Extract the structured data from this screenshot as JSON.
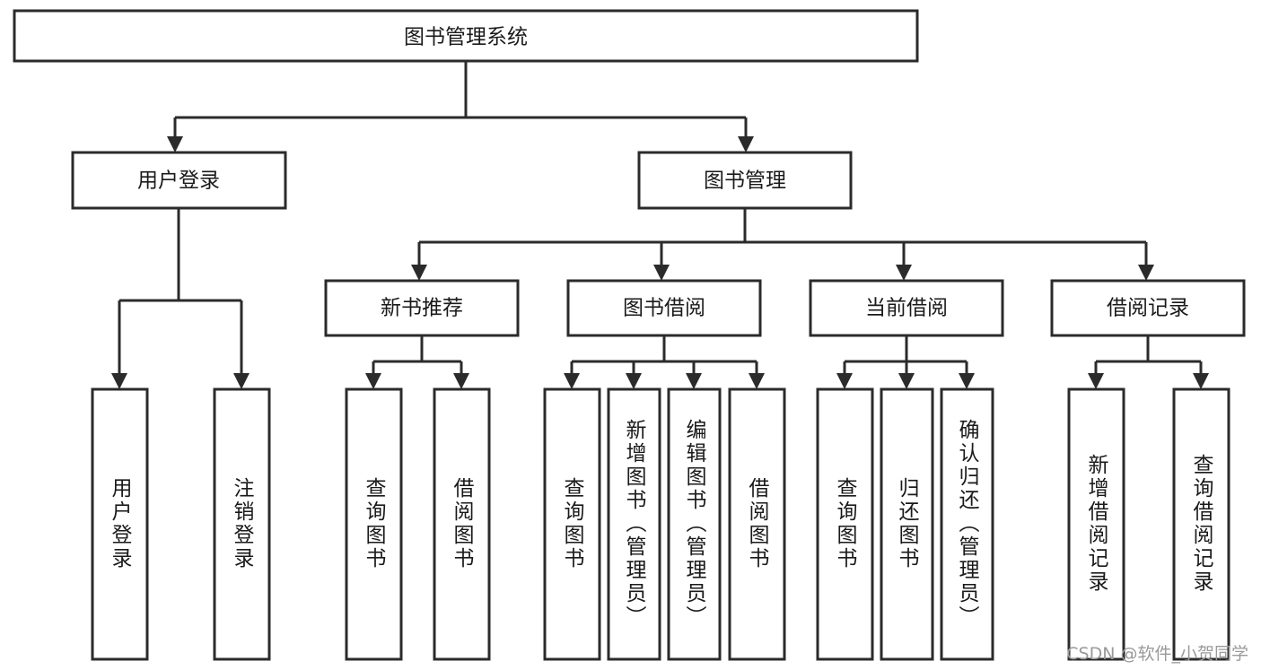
{
  "diagram": {
    "type": "tree-hierarchy",
    "title": "图书管理系统",
    "watermark": "CSDN @软件_小贺同学",
    "colors": {
      "stroke": "#2b2b2b",
      "fill": "#ffffff",
      "text": "#1a1a1a",
      "watermark": "#9a9a9a",
      "background": "#ffffff"
    },
    "levels": {
      "root": {
        "label": "图书管理系统",
        "orientation": "horizontal"
      },
      "level2": [
        {
          "id": "user-login",
          "label": "用户登录",
          "orientation": "horizontal"
        },
        {
          "id": "book-management",
          "label": "图书管理",
          "orientation": "horizontal"
        }
      ],
      "level3": [
        {
          "id": "new-book-recommend",
          "label": "新书推荐",
          "orientation": "horizontal",
          "parent": "book-management"
        },
        {
          "id": "book-borrow",
          "label": "图书借阅",
          "orientation": "horizontal",
          "parent": "book-management"
        },
        {
          "id": "current-borrow",
          "label": "当前借阅",
          "orientation": "horizontal",
          "parent": "book-management"
        },
        {
          "id": "borrow-record",
          "label": "借阅记录",
          "orientation": "horizontal",
          "parent": "book-management"
        }
      ],
      "leaves": [
        {
          "id": "leaf-user-login",
          "label": "用户登录",
          "orientation": "vertical",
          "parent": "user-login"
        },
        {
          "id": "leaf-user-logout",
          "label": "注销登录",
          "orientation": "vertical",
          "parent": "user-login"
        },
        {
          "id": "leaf-query-book-1",
          "label": "查询图书",
          "orientation": "vertical",
          "parent": "new-book-recommend"
        },
        {
          "id": "leaf-borrow-book-1",
          "label": "借阅图书",
          "orientation": "vertical",
          "parent": "new-book-recommend"
        },
        {
          "id": "leaf-query-book-2",
          "label": "查询图书",
          "orientation": "vertical",
          "parent": "book-borrow"
        },
        {
          "id": "leaf-add-book",
          "label": "新增图书（管理员）",
          "orientation": "vertical",
          "parent": "book-borrow"
        },
        {
          "id": "leaf-edit-book",
          "label": "编辑图书（管理员）",
          "orientation": "vertical",
          "parent": "book-borrow"
        },
        {
          "id": "leaf-borrow-book-2",
          "label": "借阅图书",
          "orientation": "vertical",
          "parent": "book-borrow"
        },
        {
          "id": "leaf-query-book-3",
          "label": "查询图书",
          "orientation": "vertical",
          "parent": "current-borrow"
        },
        {
          "id": "leaf-return-book",
          "label": "归还图书",
          "orientation": "vertical",
          "parent": "current-borrow"
        },
        {
          "id": "leaf-confirm-return",
          "label": "确认归还（管理员）",
          "orientation": "vertical",
          "parent": "current-borrow"
        },
        {
          "id": "leaf-add-record",
          "label": "新增借阅记录",
          "orientation": "vertical",
          "parent": "borrow-record"
        },
        {
          "id": "leaf-query-record",
          "label": "查询借阅记录",
          "orientation": "vertical",
          "parent": "borrow-record"
        }
      ]
    }
  }
}
